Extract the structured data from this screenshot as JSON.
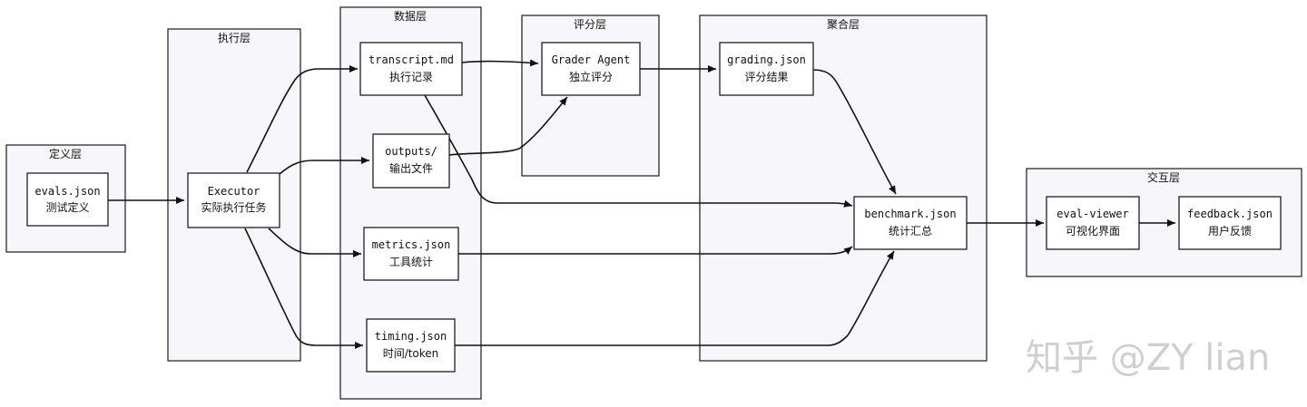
{
  "layers": {
    "define": "定义层",
    "execute": "执行层",
    "data": "数据层",
    "grade": "评分层",
    "aggregate": "聚合层",
    "interact": "交互层"
  },
  "nodes": {
    "evals": {
      "title": "evals.json",
      "subtitle": "测试定义"
    },
    "executor": {
      "title": "Executor",
      "subtitle": "实际执行任务"
    },
    "transcript": {
      "title": "transcript.md",
      "subtitle": "执行记录"
    },
    "outputs": {
      "title": "outputs/",
      "subtitle": "输出文件"
    },
    "metrics": {
      "title": "metrics.json",
      "subtitle": "工具统计"
    },
    "timing": {
      "title": "timing.json",
      "subtitle": "时间/token"
    },
    "grader": {
      "title": "Grader Agent",
      "subtitle": "独立评分"
    },
    "grading": {
      "title": "grading.json",
      "subtitle": "评分结果"
    },
    "benchmark": {
      "title": "benchmark.json",
      "subtitle": "统计汇总"
    },
    "viewer": {
      "title": "eval-viewer",
      "subtitle": "可视化界面"
    },
    "feedback": {
      "title": "feedback.json",
      "subtitle": "用户反馈"
    }
  },
  "watermark": "知乎 @ZY lian",
  "colors": {
    "layer_fill": "#f7f7fb",
    "border": "#1f1f1f",
    "arrow": "#111111",
    "watermark": "#cfcfcf"
  }
}
